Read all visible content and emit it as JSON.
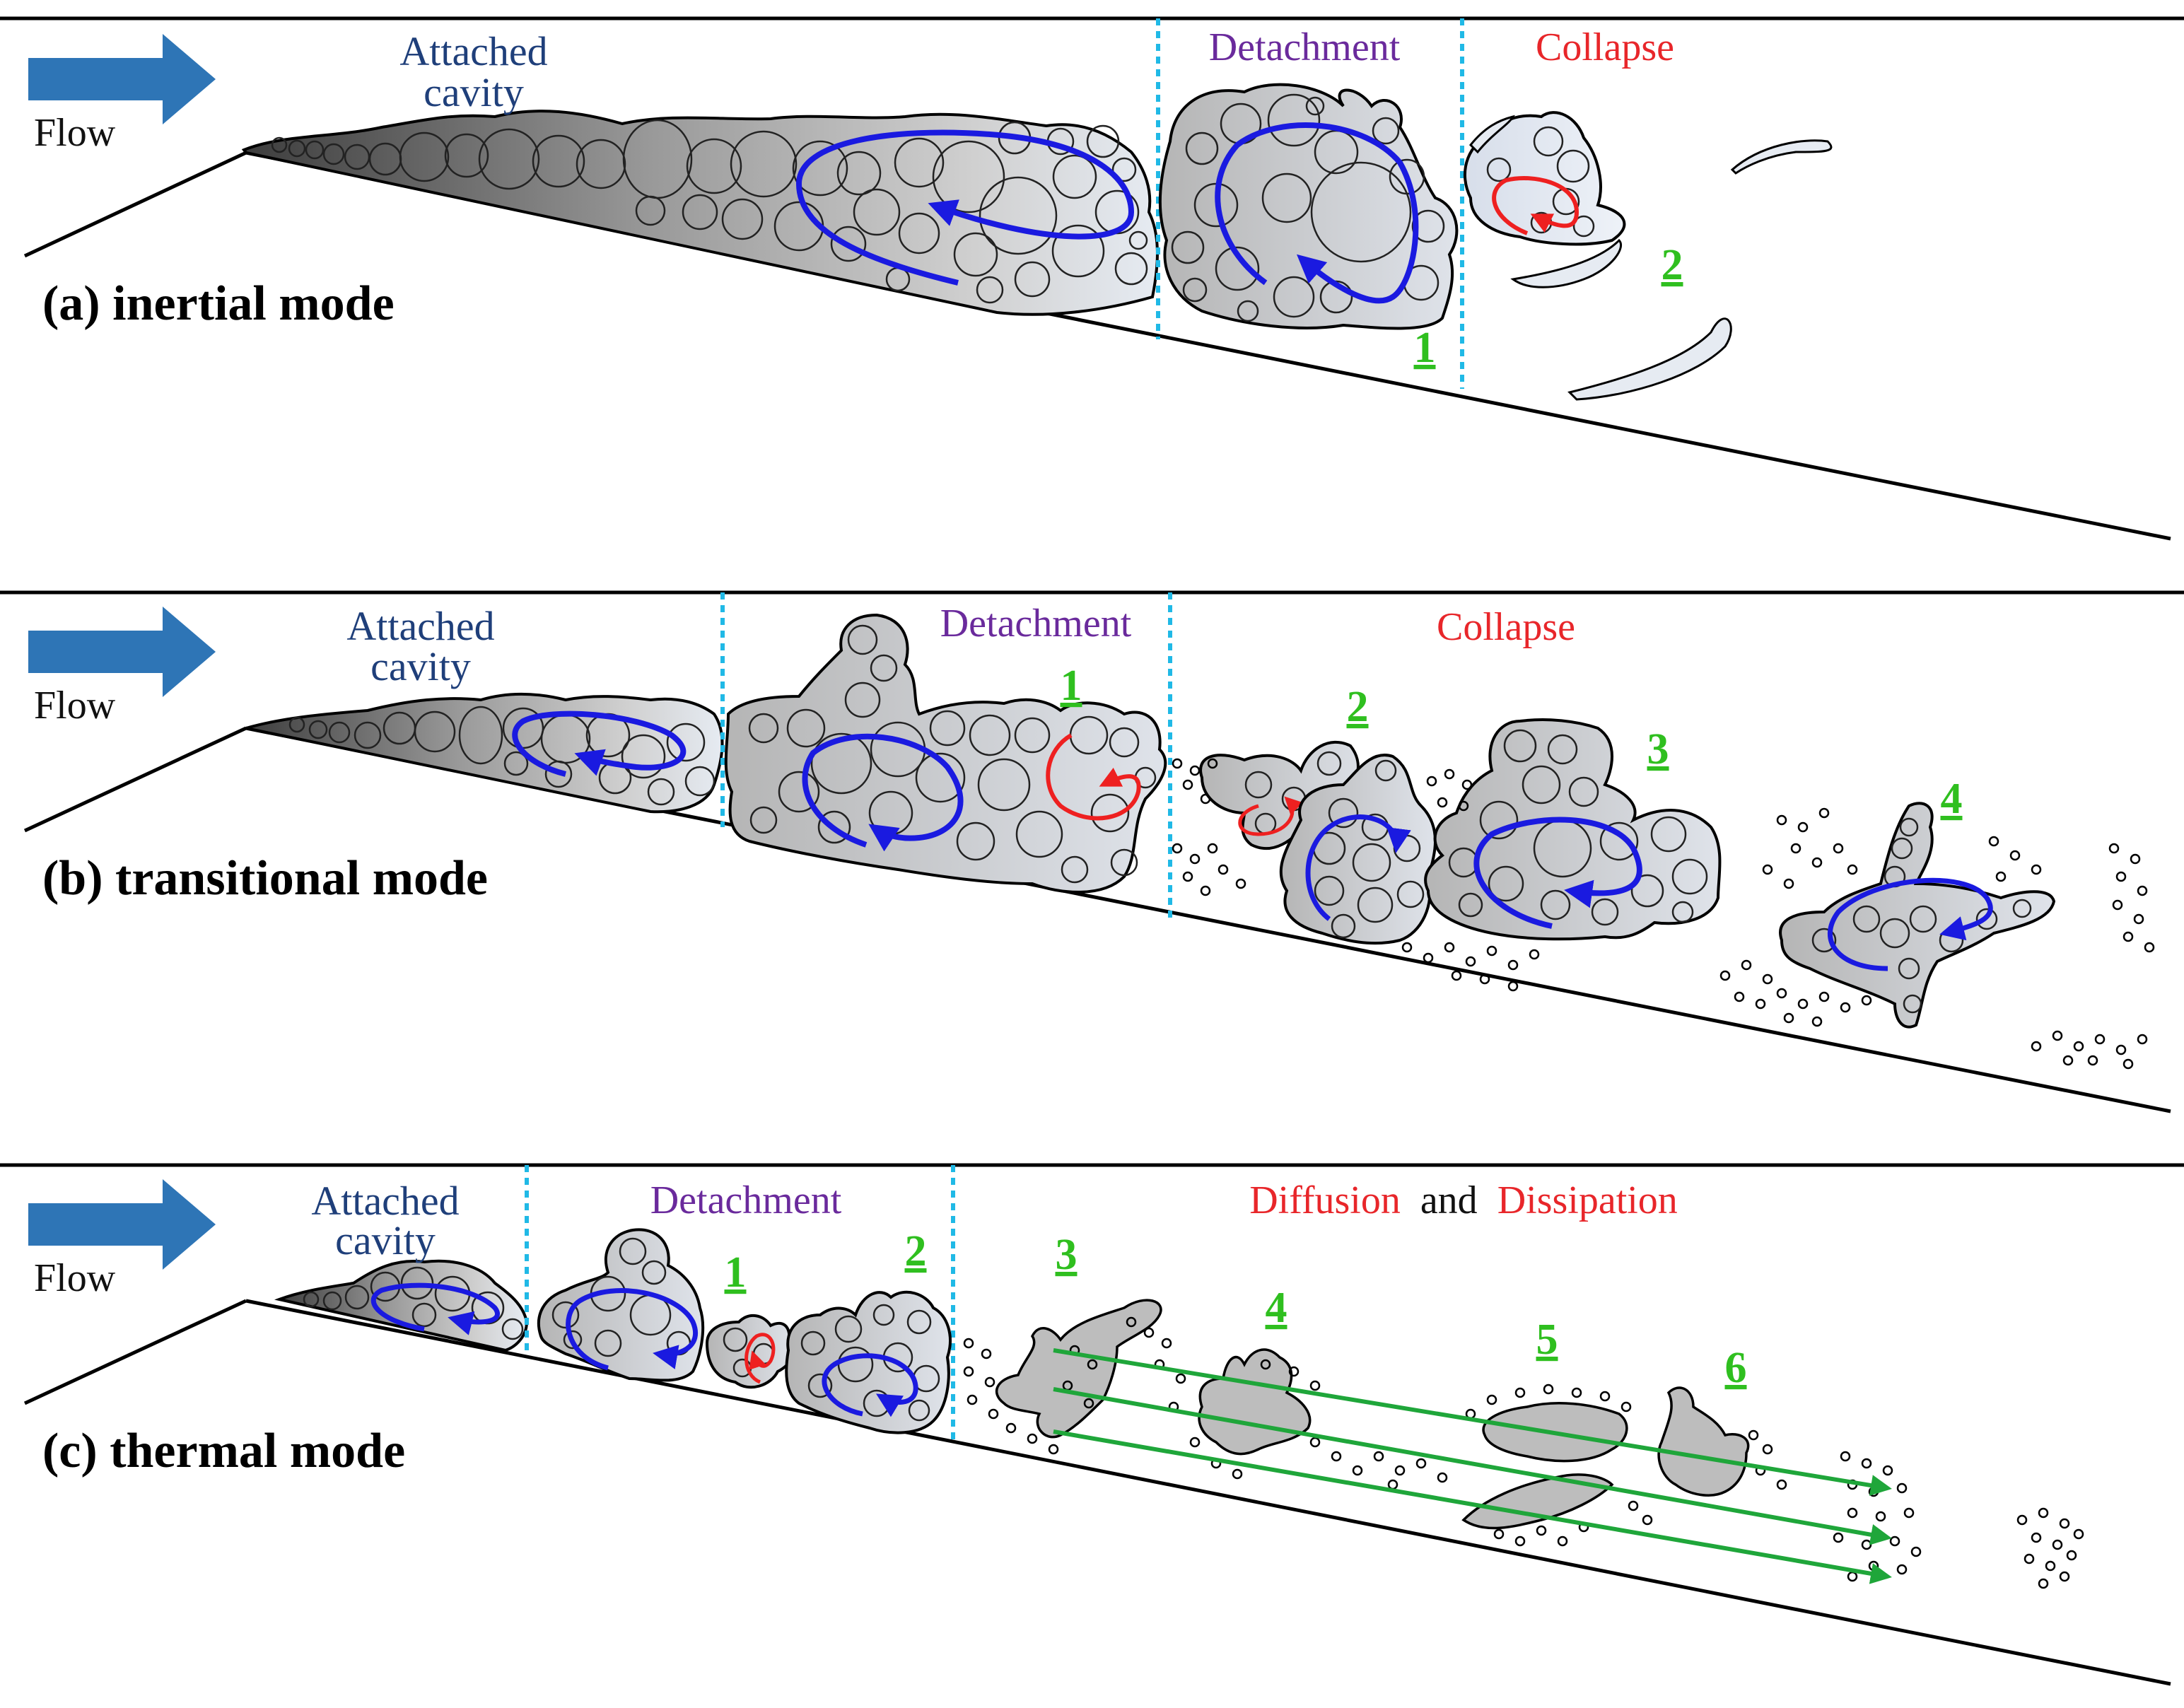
{
  "colors": {
    "flow_arrow": "#2e75b6",
    "label_attached": "#1f3f7a",
    "label_detachment": "#6a2a9c",
    "label_collapse": "#e8262a",
    "label_numbers": "#2fbf1f",
    "boundary": "#20b9e6",
    "vortex_blue": "#1a1ae0",
    "vortex_red": "#ee2020",
    "trajectory": "#1fa63a",
    "wall": "#000000"
  },
  "panels": [
    {
      "title": "(a) inertial mode",
      "flow_label": "Flow",
      "attached_line1": "Attached",
      "attached_line2": "cavity",
      "detachment": "Detachment",
      "collapse": "Collapse",
      "numbers": [
        "1",
        "2"
      ]
    },
    {
      "title": "(b) transitional mode",
      "flow_label": "Flow",
      "attached_line1": "Attached",
      "attached_line2": "cavity",
      "detachment": "Detachment",
      "collapse": "Collapse",
      "numbers": [
        "1",
        "2",
        "3",
        "4"
      ]
    },
    {
      "title": "(c) thermal mode",
      "flow_label": "Flow",
      "attached_line1": "Attached",
      "attached_line2": "cavity",
      "detachment": "Detachment",
      "diffusion_word": "Diffusion",
      "and_word": "and",
      "dissipation_word": "Dissipation",
      "numbers": [
        "1",
        "2",
        "3",
        "4",
        "5",
        "6"
      ]
    }
  ]
}
